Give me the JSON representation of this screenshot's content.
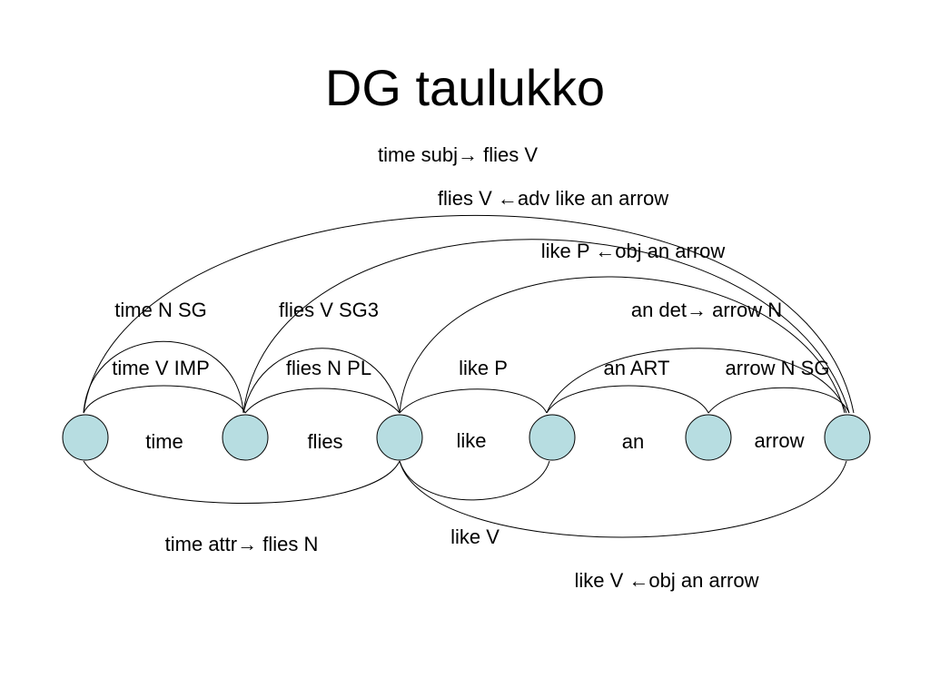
{
  "title": "DG taulukko",
  "words": [
    "time",
    "flies",
    "like",
    "an",
    "arrow"
  ],
  "labels": {
    "time_subj_flies": "time subj→ flies V",
    "flies_adv": "flies V ←adv like an arrow",
    "like_p_obj": "like P ←obj an arrow",
    "time_n_sg": "time N SG",
    "flies_v_sg3": "flies V SG3",
    "an_det_arrow": "an det→ arrow N",
    "time_v_imp": "time V IMP",
    "flies_n_pl": "flies N PL",
    "like_p": "like P",
    "an_art": "an ART",
    "arrow_n_sg": "arrow N SG",
    "like_v": "like V",
    "time_attr_flies": "time attr→ flies N",
    "like_v_obj": "like V ←obj an arrow"
  },
  "colors": {
    "node_fill": "#b7dde1",
    "stroke": "#000000"
  }
}
